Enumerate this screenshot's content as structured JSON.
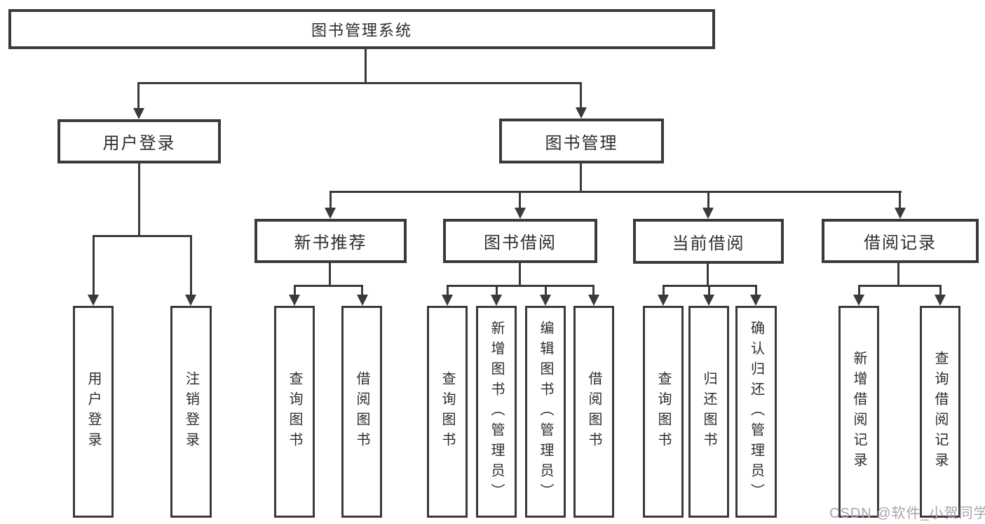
{
  "diagram": {
    "root": {
      "label": "图书管理系统",
      "children": [
        {
          "label": "用户登录",
          "children": [
            {
              "label": "用户登录"
            },
            {
              "label": "注销登录"
            }
          ]
        },
        {
          "label": "图书管理",
          "children": [
            {
              "label": "新书推荐",
              "children": [
                {
                  "label": "查询图书"
                },
                {
                  "label": "借阅图书"
                }
              ]
            },
            {
              "label": "图书借阅",
              "children": [
                {
                  "label": "查询图书"
                },
                {
                  "label": "新增图书（管理员）"
                },
                {
                  "label": "编辑图书（管理员）"
                },
                {
                  "label": "借阅图书"
                }
              ]
            },
            {
              "label": "当前借阅",
              "children": [
                {
                  "label": "查询图书"
                },
                {
                  "label": "归还图书"
                },
                {
                  "label": "确认归还（管理员）"
                }
              ]
            },
            {
              "label": "借阅记录",
              "children": [
                {
                  "label": "新增借阅记录"
                },
                {
                  "label": "查询借阅记录"
                }
              ]
            }
          ]
        }
      ]
    }
  },
  "watermark": {
    "text": "CSDN @软件_小贺同学"
  },
  "colors": {
    "line": "#3a3a3a",
    "text": "#2d2d2d",
    "watermark": "#a6a6ac",
    "background": "#ffffff"
  }
}
